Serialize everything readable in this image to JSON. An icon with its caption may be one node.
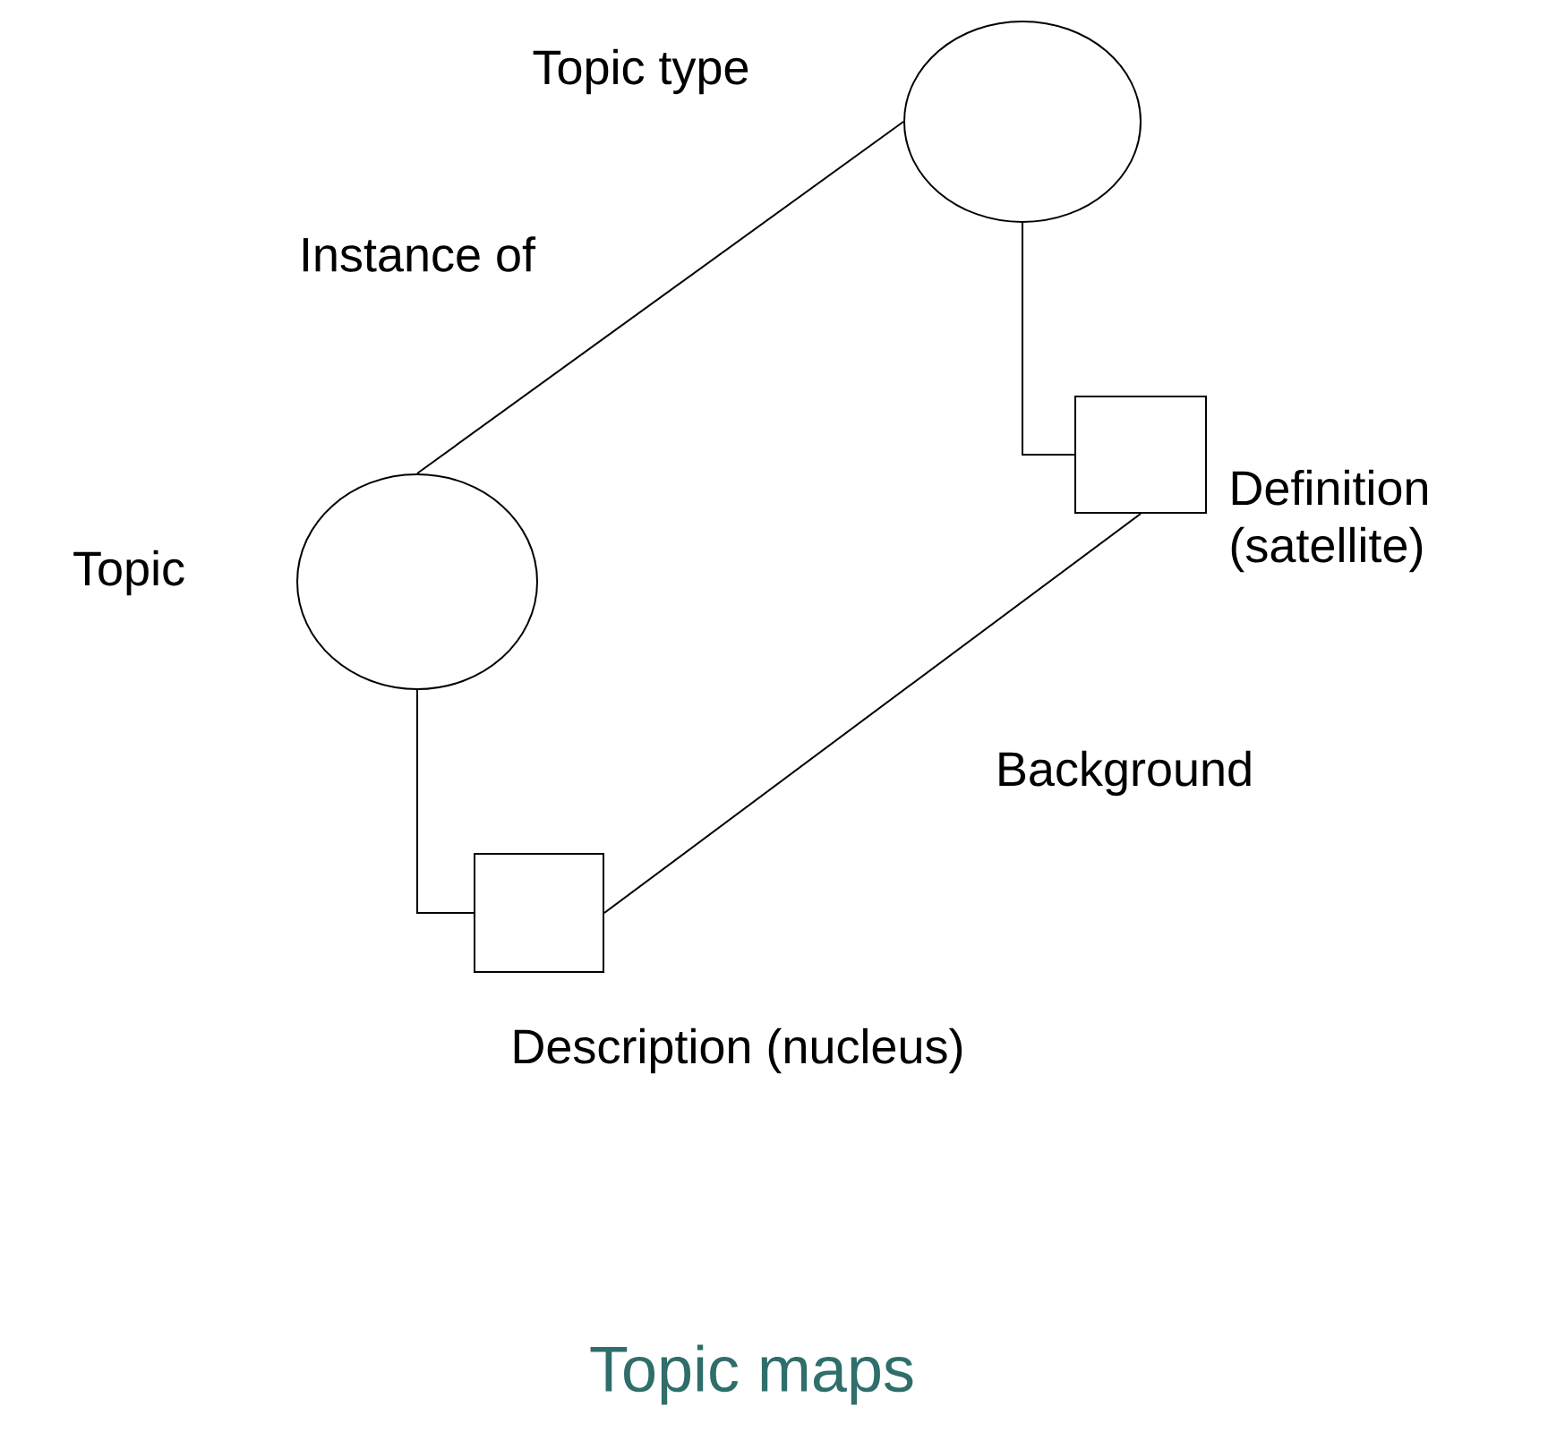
{
  "diagram": {
    "title": "Topic maps",
    "nodes": [
      {
        "text": [
          "Topic type"
        ]
      },
      {
        "text": [
          "Topic"
        ]
      },
      {
        "text": [
          "Definition (satellite)"
        ]
      },
      {
        "text": [
          "Description (nucleus)"
        ]
      }
    ],
    "edges": [
      {
        "from": 0,
        "to": 1,
        "arrow": "none",
        "label": "Instance of"
      },
      {
        "from": 0,
        "to": 2,
        "arrow": "none"
      },
      {
        "from": 1,
        "to": 3,
        "arrow": "none"
      },
      {
        "from": 3,
        "to": 2,
        "arrow": "none",
        "label": "Background"
      }
    ]
  }
}
